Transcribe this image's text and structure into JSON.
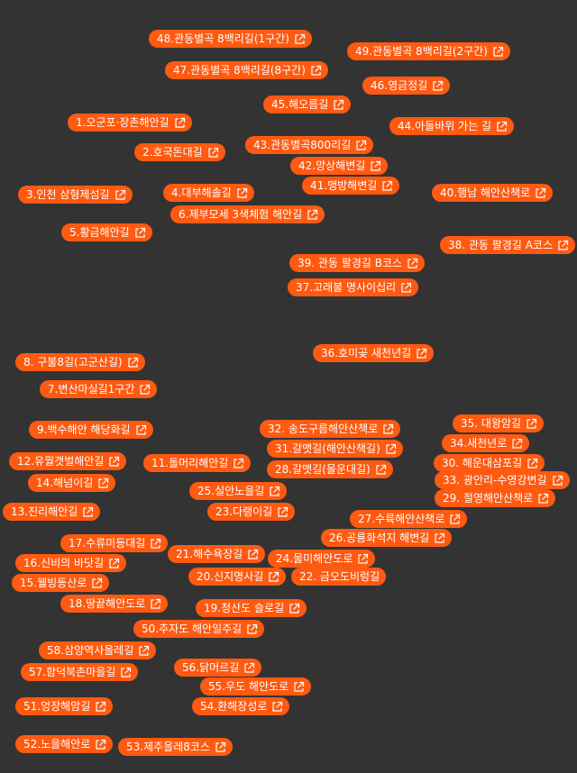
{
  "theme": {
    "background": "#333333",
    "pill": "#ff5a11",
    "text": "#ffffff"
  },
  "trails": [
    {
      "label": "48.관동별곡 8백리길(1구간)",
      "icon": "external-link-icon"
    },
    {
      "label": "49.관동별곡 8백리길(2구간)",
      "icon": "external-link-icon"
    },
    {
      "label": "47.관동별곡 8백리길(8구간)",
      "icon": "external-link-icon"
    },
    {
      "label": "46.영금정길",
      "icon": "external-link-icon"
    },
    {
      "label": "45.해오름길",
      "icon": "external-link-icon"
    },
    {
      "label": "1.오군포·장촌해안길",
      "icon": "external-link-icon"
    },
    {
      "label": "44.아들바위 가는 길",
      "icon": "external-link-icon"
    },
    {
      "label": "2.호국돈대길",
      "icon": "external-link-icon"
    },
    {
      "label": "43.관동별곡800리길",
      "icon": "external-link-icon"
    },
    {
      "label": "42.망상해변길",
      "icon": "external-link-icon"
    },
    {
      "label": "41.맹방해변길",
      "icon": "external-link-icon"
    },
    {
      "label": "3.인천 삼형제섬길",
      "icon": "external-link-icon"
    },
    {
      "label": "4.대부해솔길",
      "icon": "external-link-icon"
    },
    {
      "label": "40.행남 해안산책로",
      "icon": "external-link-icon"
    },
    {
      "label": "6.제부모세 3색체험 해안길",
      "icon": "external-link-icon"
    },
    {
      "label": "5.황금해안길",
      "icon": "external-link-icon"
    },
    {
      "label": "38. 관동 팔경길 A코스",
      "icon": "external-link-icon"
    },
    {
      "label": "39. 관동 팔경길 B코스",
      "icon": "external-link-icon"
    },
    {
      "label": "37.고래불 명사이십리",
      "icon": "external-link-icon"
    },
    {
      "label": "36.호미곶 새천년길",
      "icon": "external-link-icon"
    },
    {
      "label": "8. 구불8길(고군산길)",
      "icon": "external-link-icon"
    },
    {
      "label": "7.변산마실길1구간",
      "icon": "external-link-icon"
    },
    {
      "label": "9.백수해안 해당화길",
      "icon": "external-link-icon"
    },
    {
      "label": "32. 송도구름해안산책로",
      "icon": "external-link-icon"
    },
    {
      "label": "35. 대왕암길",
      "icon": "external-link-icon"
    },
    {
      "label": "34.새천년로",
      "icon": "external-link-icon"
    },
    {
      "label": "31.갈맷길(해안산책길)",
      "icon": "external-link-icon"
    },
    {
      "label": "12.유월갯벌해안길",
      "icon": "external-link-icon"
    },
    {
      "label": "11.돌머리해안길",
      "icon": "external-link-icon"
    },
    {
      "label": "30. 해운대삼포길",
      "icon": "external-link-icon"
    },
    {
      "label": "28.갈맷길(몰운대길)",
      "icon": "external-link-icon"
    },
    {
      "label": "33. 광안리-수영강변길",
      "icon": "external-link-icon"
    },
    {
      "label": "14.해넘이길",
      "icon": "external-link-icon"
    },
    {
      "label": "25.실안노을길",
      "icon": "external-link-icon"
    },
    {
      "label": "29. 절영해안산책로",
      "icon": "external-link-icon"
    },
    {
      "label": "13.진리해안길",
      "icon": "external-link-icon"
    },
    {
      "label": "23.다랭이길",
      "icon": "external-link-icon"
    },
    {
      "label": "27.수륙해안산책로",
      "icon": "external-link-icon"
    },
    {
      "label": "26.공룡화석지 해변길",
      "icon": "external-link-icon"
    },
    {
      "label": "17.수류미등대길",
      "icon": "external-link-icon"
    },
    {
      "label": "21.해수욕장길",
      "icon": "external-link-icon"
    },
    {
      "label": "24.물미해안도로",
      "icon": "external-link-icon"
    },
    {
      "label": "16.신비의 바닷길",
      "icon": "external-link-icon"
    },
    {
      "label": "20.신지명사길",
      "icon": "external-link-icon"
    },
    {
      "label": "22. 금오도비렁길",
      "icon": ""
    },
    {
      "label": "15.웰빙등산로",
      "icon": "external-link-icon"
    },
    {
      "label": "18.땅끝해안도로",
      "icon": "external-link-icon"
    },
    {
      "label": "19.청산도 슬로길",
      "icon": "external-link-icon"
    },
    {
      "label": "50.추자도 해안일주길",
      "icon": "external-link-icon"
    },
    {
      "label": "58.삼양역사올레길",
      "icon": "external-link-icon"
    },
    {
      "label": "57.함덕북촌마을길",
      "icon": "external-link-icon"
    },
    {
      "label": "56.닭머르길",
      "icon": "external-link-icon"
    },
    {
      "label": "55.우도 해안도로",
      "icon": "external-link-icon"
    },
    {
      "label": "51.엉장해암길",
      "icon": "external-link-icon"
    },
    {
      "label": "54.환해장성로",
      "icon": "external-link-icon"
    },
    {
      "label": "52.노을해안로",
      "icon": "external-link-icon"
    },
    {
      "label": "53.제주올레8코스",
      "icon": "external-link-icon"
    }
  ]
}
